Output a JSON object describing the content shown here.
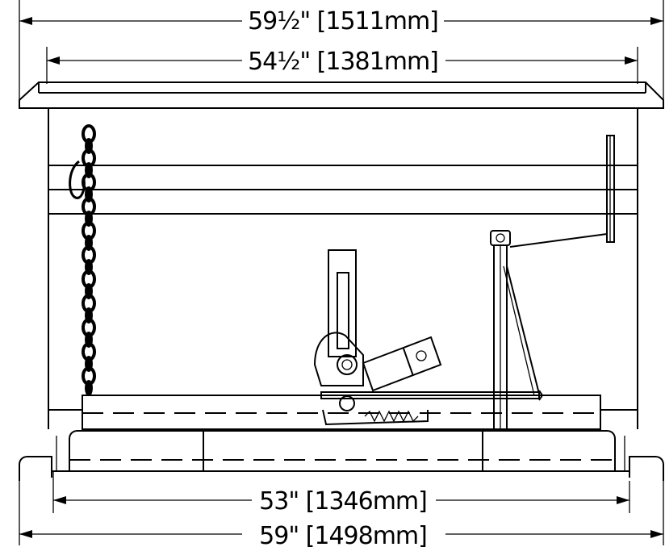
{
  "dimensions": {
    "overall_top_width": "59½\" [1511mm]",
    "inner_top_width": "54½\" [1381mm]",
    "inner_bottom_width": "53\" [1346mm]",
    "overall_bottom_width": "59\" [1498mm]"
  }
}
